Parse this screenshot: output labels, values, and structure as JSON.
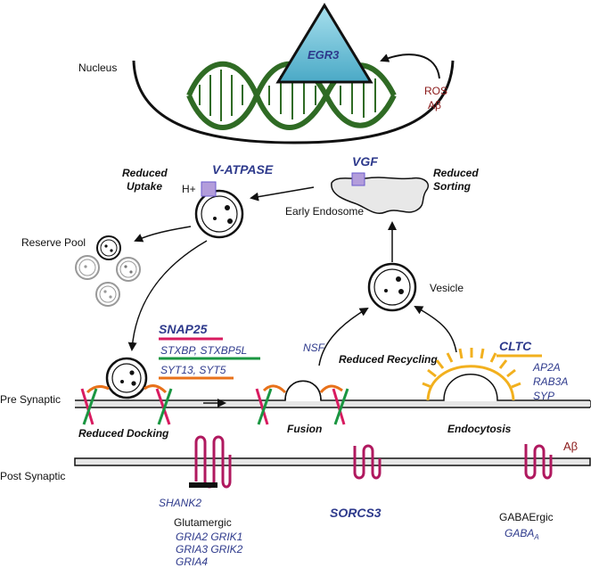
{
  "labels": {
    "nucleus": "Nucleus",
    "egr3": "EGR3",
    "ros": "ROS",
    "abeta_top": "Aβ",
    "h_plus": "H+",
    "v_atpase": "V-ATPASE",
    "reduced_uptake_1": "Reduced",
    "reduced_uptake_2": "Uptake",
    "vgf": "VGF",
    "reduced_sorting_1": "Reduced",
    "reduced_sorting_2": "Sorting",
    "early_endosome": "Early Endosome",
    "reserve_pool": "Reserve Pool",
    "vesicle": "Vesicle",
    "snap25": "SNAP25",
    "stxbp": "STXBP, STXBP5L",
    "syt": "SYT13, SYT5",
    "nsf": "NSF",
    "reduced_recycling": "Reduced Recycling",
    "cltc": "CLTC",
    "ap2a": "AP2A",
    "rab3a": "RAB3A",
    "syp": "SYP",
    "pre_synaptic": "Pre Synaptic",
    "reduced_docking": "Reduced Docking",
    "fusion": "Fusion",
    "endocytosis": "Endocytosis",
    "abeta_right": "Aβ",
    "post_synaptic": "Post Synaptic",
    "shank2": "SHANK2",
    "sorcs3": "SORCS3",
    "glutamergic": "Glutamergic",
    "gria2_grik1": "GRIA2 GRIK1",
    "gria3_grik2": "GRIA3 GRIK2",
    "gria4": "GRIA4",
    "gabaergic": "GABAErgic",
    "gaba": "GABA",
    "gaba_sub": "A"
  },
  "colors": {
    "gene_blue": "#2e3a8c",
    "dark_red": "#8b1a1a",
    "dna_green": "#2f6b24",
    "snare_pink": "#d81b60",
    "snare_green": "#1a9641",
    "snare_orange": "#e8711a",
    "clathrin_yellow": "#f2b01e",
    "receptor_purple": "#b0195f",
    "vgf_box": "#b39ddb",
    "egr3_fill": "#6fc3d8"
  }
}
